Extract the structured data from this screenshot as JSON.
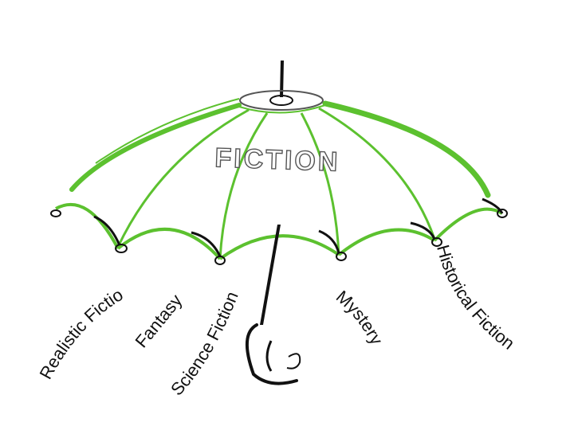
{
  "diagram": {
    "title": "FICTION",
    "genres": [
      "Realistic Fiction",
      "Fantasy",
      "Science Fiction",
      "Mystery",
      "Historical Fiction"
    ]
  },
  "colors": {
    "canopy": "#5cc12f",
    "ink": "#111111",
    "outline": "#555555"
  }
}
